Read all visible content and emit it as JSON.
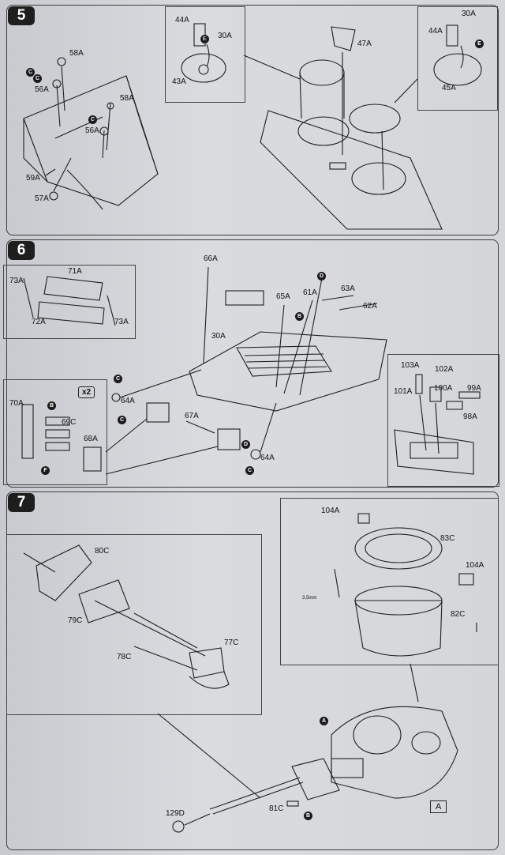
{
  "steps": [
    {
      "number": "5"
    },
    {
      "number": "6"
    },
    {
      "number": "7"
    }
  ],
  "step5": {
    "labels": [
      "58A",
      "56A",
      "58A",
      "56A",
      "59A",
      "57A",
      "44A",
      "30A",
      "43A",
      "47A",
      "30A",
      "44A",
      "45A"
    ]
  },
  "step6": {
    "labels": [
      "73A",
      "71A",
      "72A",
      "73A",
      "66A",
      "65A",
      "61A",
      "63A",
      "62A",
      "30A",
      "64A",
      "67A",
      "64A",
      "70A",
      "69C",
      "68A",
      "103A",
      "102A",
      "101A",
      "100A",
      "99A",
      "98A"
    ],
    "multiplier": "x2"
  },
  "step7": {
    "labels": [
      "80C",
      "79C",
      "77C",
      "78C",
      "104A",
      "83C",
      "104A",
      "82C",
      "129D",
      "81C"
    ],
    "dimension": "3,5mm",
    "view_tag": "A"
  },
  "markers": [
    "C",
    "E",
    "C",
    "C",
    "E",
    "D",
    "B",
    "C",
    "C",
    "B",
    "F",
    "D",
    "C",
    "A",
    "B"
  ],
  "colors": {
    "ink": "#1e1e1e",
    "paper": "#d4d6da"
  }
}
